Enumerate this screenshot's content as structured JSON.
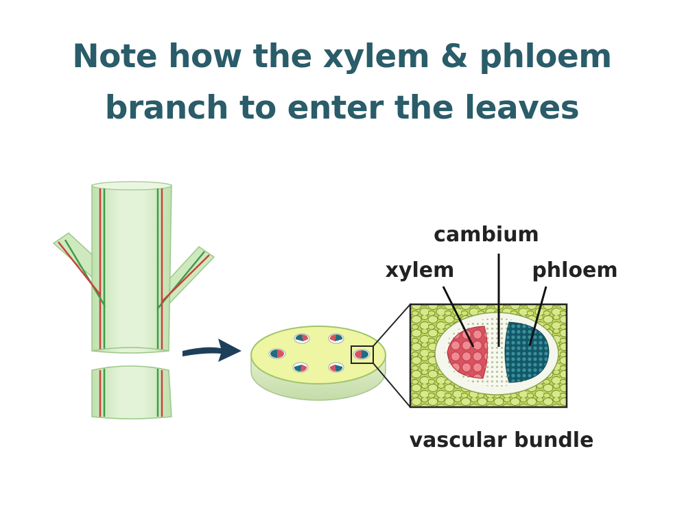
{
  "title": {
    "line1": "Note how the xylem & phloem",
    "line2": "branch to enter the leaves"
  },
  "labels": {
    "cambium": "cambium",
    "xylem": "xylem",
    "phloem": "phloem",
    "vascular_bundle": "vascular bundle"
  },
  "colors": {
    "title": "#2a5c69",
    "stem_fill": "#d4ecc6",
    "stem_edge": "#9fc98c",
    "xylem_strand": "#c9413b",
    "phloem_strand": "#3f9a4a",
    "disc_fill": "#eef5a3",
    "xylem_cells": "#e8707a",
    "phloem_cells": "#1f6d7f",
    "cambium_cells": "#f3f6e8",
    "ground_tissue": "#b7cf4f",
    "arrow": "#1e3f5a"
  }
}
